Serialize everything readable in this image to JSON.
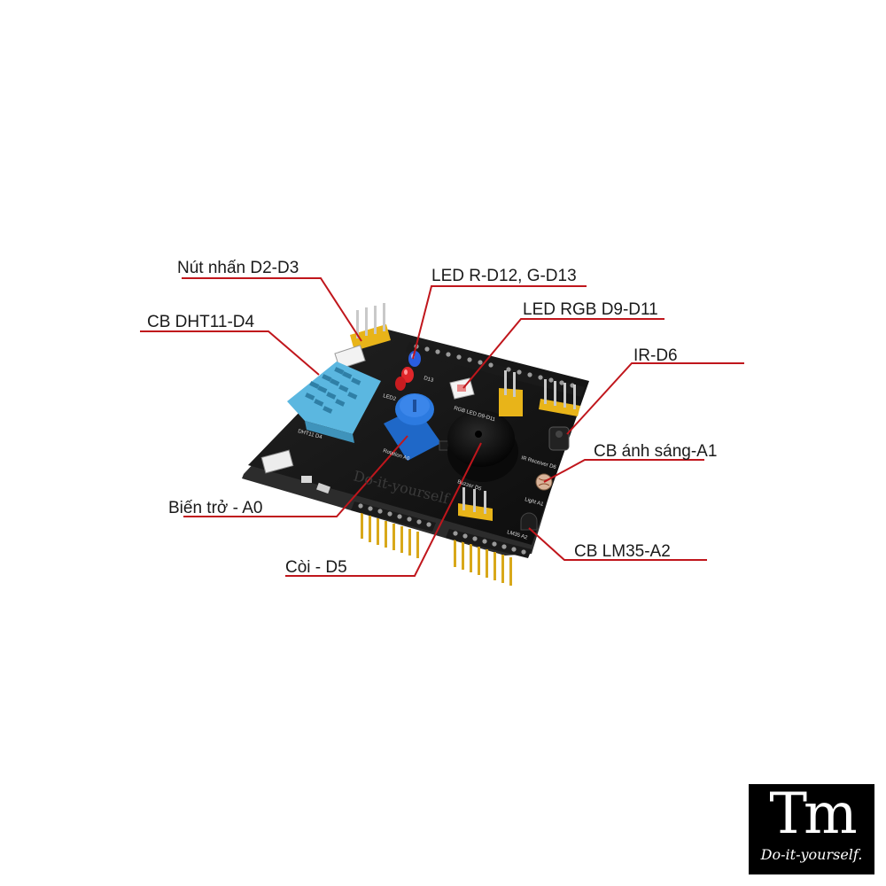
{
  "labels": {
    "button": "Nút nhấn D2-D3",
    "dht11": "CB DHT11-D4",
    "led_rg": "LED R-D12, G-D13",
    "led_rgb": "LED RGB D9-D11",
    "ir": "IR-D6",
    "light": "CB ánh sáng-A1",
    "pot": "Biến trở - A0",
    "buzzer": "Còi - D5",
    "lm35": "CB LM35-A2"
  },
  "board_silkscreen": {
    "dht": "DHT11 D4",
    "rotation": "Rotation A0",
    "buzzer": "Buzzer D5",
    "ir": "IR Receiver D6",
    "light": "Light A1",
    "lm35": "LM35 A2",
    "rgb": "RGB LED D9-D11",
    "led": "LED2",
    "d13": "D13",
    "watermark": "Do-it-yourself"
  },
  "logo": {
    "mark": "Tm",
    "tagline": "Do-it-yourself."
  },
  "colors": {
    "leader": "#c0161c",
    "board": "#141414",
    "header_pin": "#e8b419",
    "dht_body": "#5bb7e0",
    "pot": "#1f68c8",
    "led_red": "#e0262a",
    "led_blue": "#2a5de0"
  }
}
